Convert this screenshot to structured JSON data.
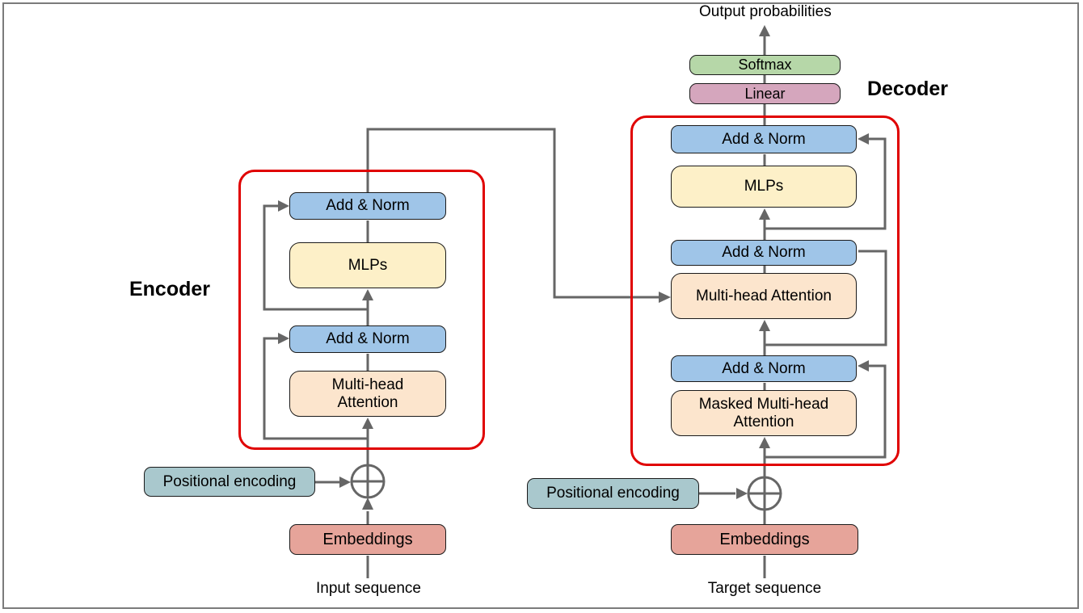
{
  "title": "Transformer architecture diagram",
  "colors": {
    "box_blue": "#9fc5e8",
    "box_yellow": "#fdf0c8",
    "box_peach": "#fce5cd",
    "box_green": "#b6d7a8",
    "box_mauve": "#d5a6bd",
    "box_teal": "#a9c8cd",
    "box_salmon": "#e6a49a",
    "outline_red": "#e00000",
    "line_gray": "#666666"
  },
  "icons": {
    "encoder_add": "plus-circle (⊕ elementwise add)",
    "decoder_add": "plus-circle (⊕ elementwise add)"
  },
  "output_label": "Output probabilities",
  "head": {
    "softmax": "Softmax",
    "linear": "Linear"
  },
  "encoder": {
    "section_label": "Encoder",
    "add_norm_top": "Add & Norm",
    "mlps": "MLPs",
    "add_norm_bottom": "Add & Norm",
    "attention": "Multi-head Attention",
    "positional_encoding": "Positional encoding",
    "embeddings": "Embeddings",
    "input_label": "Input sequence"
  },
  "decoder": {
    "section_label": "Decoder",
    "add_norm_top": "Add & Norm",
    "mlps": "MLPs",
    "add_norm_mid": "Add & Norm",
    "cross_attention": "Multi-head Attention",
    "add_norm_bottom": "Add & Norm",
    "masked_attention": "Masked Multi-head Attention",
    "positional_encoding": "Positional encoding",
    "embeddings": "Embeddings",
    "target_label": "Target sequence"
  }
}
